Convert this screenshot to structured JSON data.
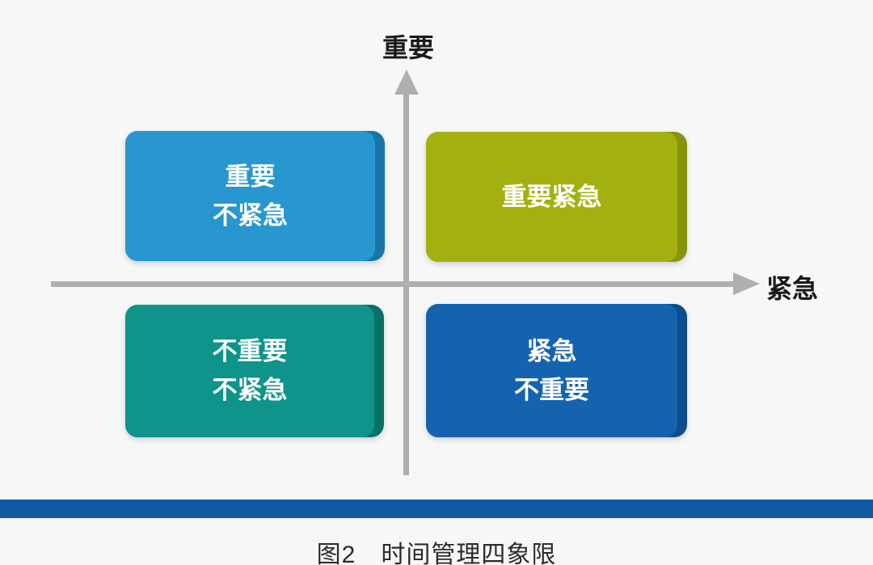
{
  "axes": {
    "y_label": "重要",
    "x_label": "紧急",
    "axis_color": "#AFAFAF"
  },
  "quadrants": {
    "top_left": {
      "lines": [
        "重要",
        "不紧急"
      ],
      "color": "#2897CF",
      "edge_color": "#1674A6"
    },
    "top_right": {
      "lines": [
        "重要紧急"
      ],
      "color": "#A3B110",
      "edge_color": "#84950A"
    },
    "bottom_left": {
      "lines": [
        "不重要",
        "不紧急"
      ],
      "color": "#0E948A",
      "edge_color": "#067164"
    },
    "bottom_right": {
      "lines": [
        "紧急",
        "不重要"
      ],
      "color": "#1563AE",
      "edge_color": "#0D4D8D"
    }
  },
  "footer": {
    "bar_color": "#1159A5",
    "caption": "图2　时间管理四象限"
  }
}
